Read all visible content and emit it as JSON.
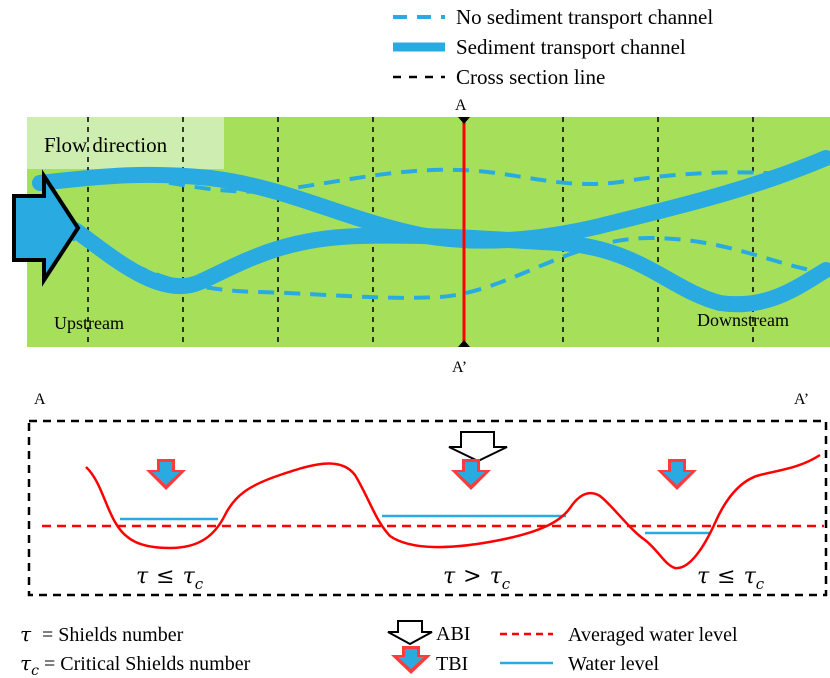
{
  "legend_top": {
    "no_sediment": "No sediment transport channel",
    "sediment": "Sediment transport channel",
    "cross_section": "Cross section line"
  },
  "plan_view": {
    "flow_direction": "Flow direction",
    "upstream": "Upstream",
    "downstream": "Downstream",
    "section_start": "A",
    "section_end": "A’"
  },
  "cross_section_view": {
    "label_left": "A",
    "label_right": "A’",
    "conditions": [
      {
        "tau": "τ",
        "op": "≤",
        "tau_c": "τ",
        "sub": "c"
      },
      {
        "tau": "τ",
        "op": ">",
        "tau_c": "τ",
        "sub": "c"
      },
      {
        "tau": "τ",
        "op": "≤",
        "tau_c": "τ",
        "sub": "c"
      }
    ]
  },
  "bottom_legend": {
    "tau_symbol": "τ",
    "tau_def": "= Shields number",
    "tau_c_symbol": "τ",
    "tau_c_sub": "c",
    "tau_c_def": "= Critical Shields number",
    "abi": "ABI",
    "tbi": "TBI",
    "avg_water": "Averaged water level",
    "water_level": "Water level"
  },
  "colors": {
    "land": "#a6e05a",
    "channel": "#29abe2",
    "bed_line": "#ff0000",
    "arrow_red": "#ff3b3b"
  }
}
